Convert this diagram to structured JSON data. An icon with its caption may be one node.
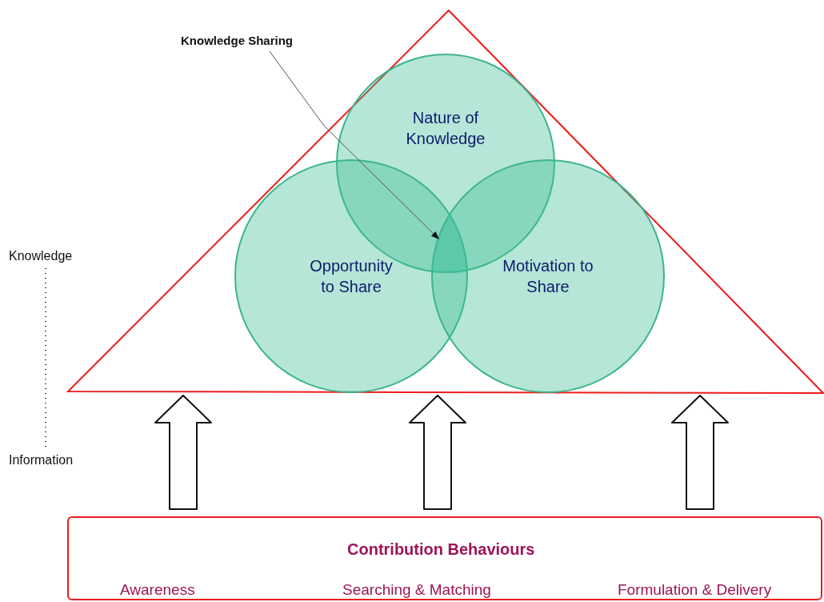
{
  "diagram": {
    "nodes": [
      {
        "text": [],
        "shape": "triangle"
      },
      {
        "text": [
          "Nature of Knowledge"
        ],
        "in": 0
      },
      {
        "text": [
          "Opportunity to Share"
        ],
        "in": 0
      },
      {
        "text": [
          "Motivation to Share"
        ],
        "in": 0
      },
      {
        "text": [
          "Knowledge Sharing"
        ]
      },
      {
        "text": [
          "Knowledge"
        ]
      },
      {
        "text": [
          "Information"
        ]
      },
      {
        "text": [
          "Contribution Behaviours",
          "Awareness",
          "Searching & Matching",
          "Formulation & Delivery"
        ]
      },
      {
        "text": [],
        "shape": "lens"
      }
    ],
    "edges": [
      {
        "from": 4,
        "to": 8,
        "arrow": "to"
      },
      {
        "from": 5,
        "to": 6,
        "arrow": "none",
        "style": "dashed"
      },
      {
        "from": 7,
        "to": 0,
        "arrow": "to",
        "style": "thick"
      },
      {
        "from": 7,
        "to": 0,
        "arrow": "to",
        "style": "thick"
      },
      {
        "from": 7,
        "to": 0,
        "arrow": "to",
        "style": "thick"
      }
    ]
  }
}
